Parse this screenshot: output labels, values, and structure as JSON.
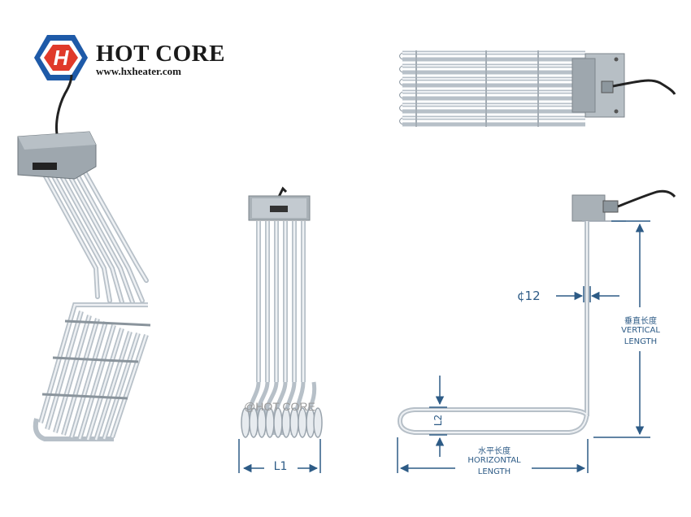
{
  "brand": {
    "name": "HOT CORE",
    "url": "www.hxheater.com",
    "logo_letter": "H",
    "colors": {
      "hex_outer": "#1e5aa8",
      "hex_inner": "#e03a2a"
    }
  },
  "watermark": "@HOT CORE",
  "dimensions": {
    "diameter": "¢12",
    "vertical_cn": "垂直长度",
    "vertical_en_1": "VERTICAL",
    "vertical_en_2": "LENGTH",
    "horizontal_cn": "水平长度",
    "horizontal_en_1": "HORIZONTAL",
    "horizontal_en_2": "LENGTH",
    "l1": "L1",
    "l2": "L2"
  },
  "colors": {
    "dimension_line": "#2d5b86",
    "tube": "#d7dde3",
    "tube_edge": "#a9b3bc",
    "box": "#9ea7ae"
  }
}
